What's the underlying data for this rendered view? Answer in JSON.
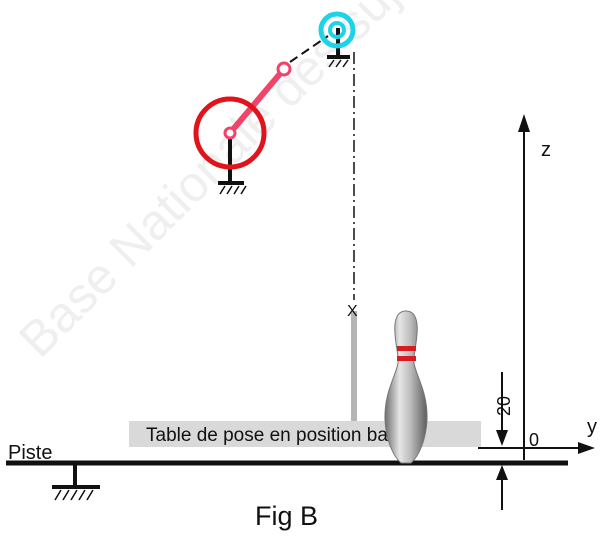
{
  "figure": {
    "caption": "Fig B",
    "piste_label": "Piste",
    "table_label": "Table de pose en position basse",
    "dimension_value": "20",
    "axis": {
      "z_label": "z",
      "y_label": "y",
      "origin_label": "0"
    },
    "point_marker": "X",
    "watermark": "Base Nationale des sujets"
  },
  "colors": {
    "red_joint": "#e0151b",
    "pink_link": "#f0446a",
    "cyan_joint": "#1ed3e8",
    "table_fill": "#d9d9d9",
    "pin_stripe": "#d91b22",
    "ground": "#111111"
  }
}
